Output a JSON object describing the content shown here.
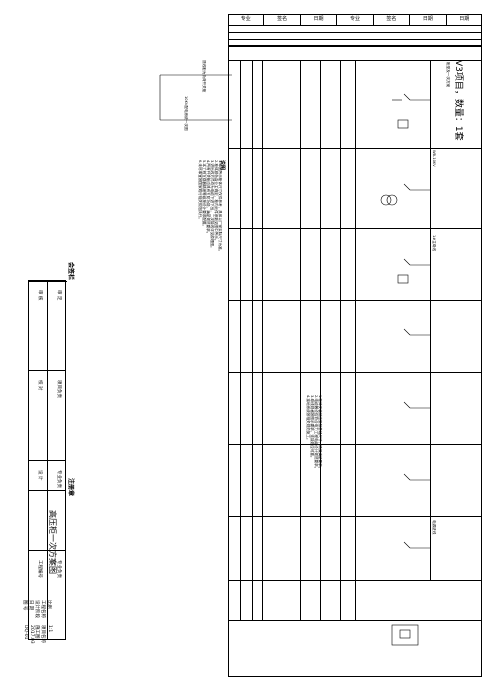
{
  "header": {
    "cols": [
      "专业",
      "签名",
      "日期",
      "专业",
      "签名",
      "日期",
      "日期"
    ]
  },
  "drawing": {
    "main_title": "V3项目，数量：1套",
    "sub_title_left": "柜型及一次方案",
    "feeder_label": "WB-10KV",
    "notes_title": "说明",
    "notes": [
      "1.本图所示柜体尺寸仅供参考，具体以厂家实际尺寸为准。",
      "2.柜体颜色由业主确定，柜内元件参数见图中所示。",
      "3.进出线方式均为电缆下进下出，二次接线详见原理图。",
      "4.所有开关柜应具有五防功能，满足规范要求。",
      "5.本工程互感器精度等级按设计要求配置。",
      "6.未尽事宜按国家现行相关规范执行。"
    ],
    "notes_right": [
      "1.柜体安装前应复核基础尺寸，确保满足要求。",
      "2.电缆敷设应符合电力工程电缆设计规范要求。",
      "3.母线规格按图示要求，连接处应可靠。",
      "4.接地系统按相关规范施工。"
    ],
    "side_label": "10KV配电系统一次图",
    "cabinet_note": "馈线柜为负荷开关柜",
    "bus_label": "1#主母线",
    "transformer_label": "电源进线"
  },
  "review": {
    "label": "会签栏",
    "rows": [
      [
        "审 定",
        "项目负责",
        "专业负责",
        "专业负责"
      ],
      [
        "审 核",
        "校 对",
        "设 计",
        "工程编号"
      ]
    ]
  },
  "approval": {
    "label": "注册章",
    "name": "高压柜一次方案图",
    "project_label": "工程名称",
    "scale_label": "比例",
    "date_label": "日 期",
    "drawing_no_label": "图 号",
    "stage_label": "设计阶段",
    "project_value": "项目名称",
    "stage_value": "施工图",
    "drawing_no_value": "DQ-01",
    "date_value": "2017.03",
    "sheet_value": "1:1"
  }
}
